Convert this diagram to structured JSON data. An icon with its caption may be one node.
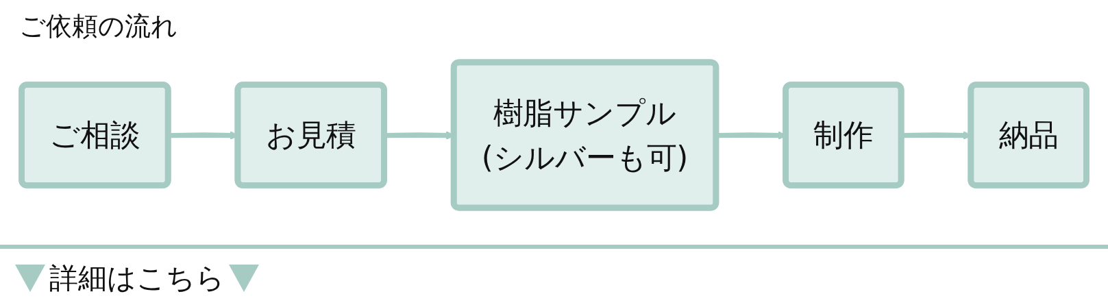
{
  "diagram": {
    "title": "ご依頼の流れ",
    "nodes": [
      {
        "text": [
          "ご相談"
        ]
      },
      {
        "text": [
          "お見積"
        ]
      },
      {
        "text": [
          "樹脂サンプル",
          "(シルバーも可)"
        ]
      },
      {
        "text": [
          "制作"
        ]
      },
      {
        "text": [
          "納品"
        ]
      }
    ],
    "edges": [
      {
        "from": 0,
        "to": 1,
        "arrow": "to"
      },
      {
        "from": 1,
        "to": 2,
        "arrow": "to"
      },
      {
        "from": 2,
        "to": 3,
        "arrow": "to"
      },
      {
        "from": 3,
        "to": 4,
        "arrow": "to"
      }
    ],
    "labels": [
      "詳細はこちら"
    ]
  }
}
